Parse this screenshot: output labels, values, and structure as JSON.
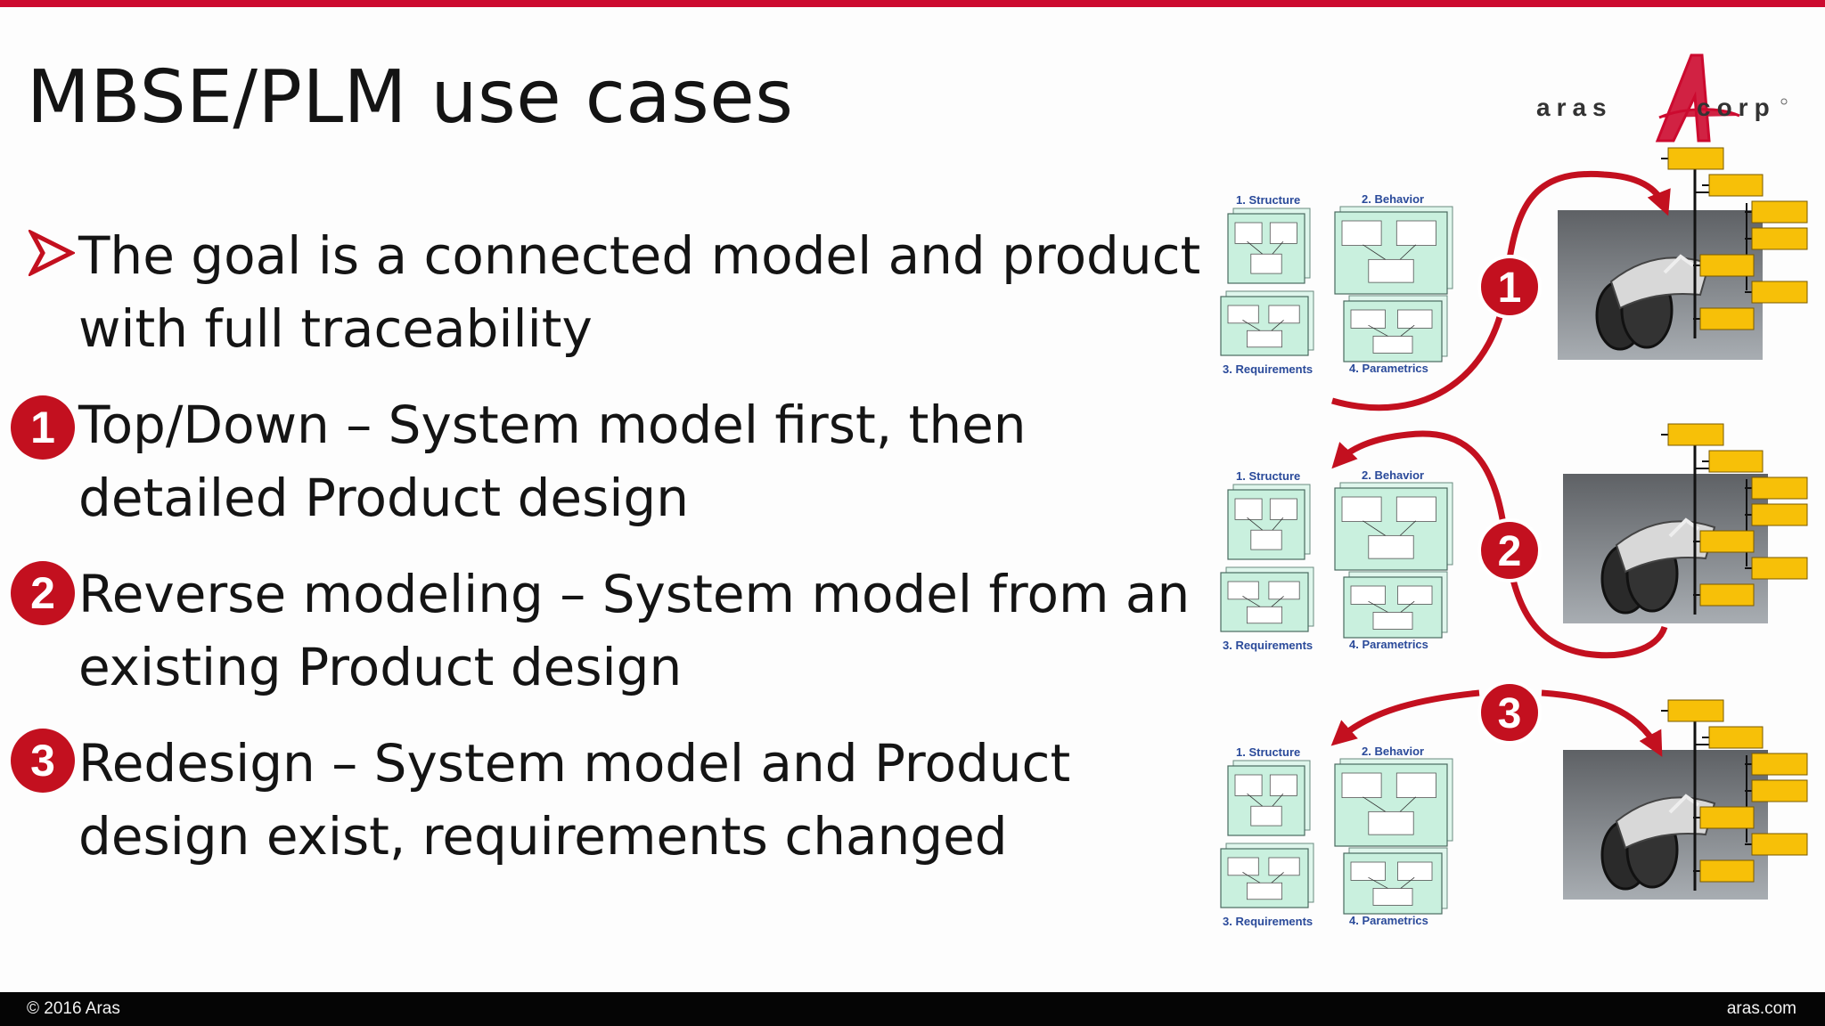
{
  "slide": {
    "title": "MBSE/PLM use cases",
    "bullets": [
      {
        "lines": [
          "The goal is a connected model and product",
          "with full traceability"
        ]
      },
      {
        "lines": [
          "Top/Down – System model first, then",
          "detailed Product design"
        ]
      },
      {
        "lines": [
          "Reverse modeling – System model from an",
          "existing Product design"
        ]
      },
      {
        "lines": [
          "Redesign – System model and Product",
          "design exist, requirements changed"
        ]
      }
    ],
    "badges": [
      "1",
      "2",
      "3"
    ]
  },
  "logo": {
    "left": "aras",
    "right": "corp"
  },
  "diagram": {
    "labels": {
      "structure": "1. Structure",
      "behavior": "2. Behavior",
      "requirements": "3. Requirements",
      "parametrics": "4. Parametrics"
    },
    "badges": [
      "1",
      "2",
      "3"
    ]
  },
  "footer": {
    "left": "© 2016 Aras",
    "right": "aras.com"
  },
  "colors": {
    "accent": "#cc0a2f",
    "badge": "#c3101f",
    "box": "#f7c008",
    "model": "#c9f0de"
  }
}
